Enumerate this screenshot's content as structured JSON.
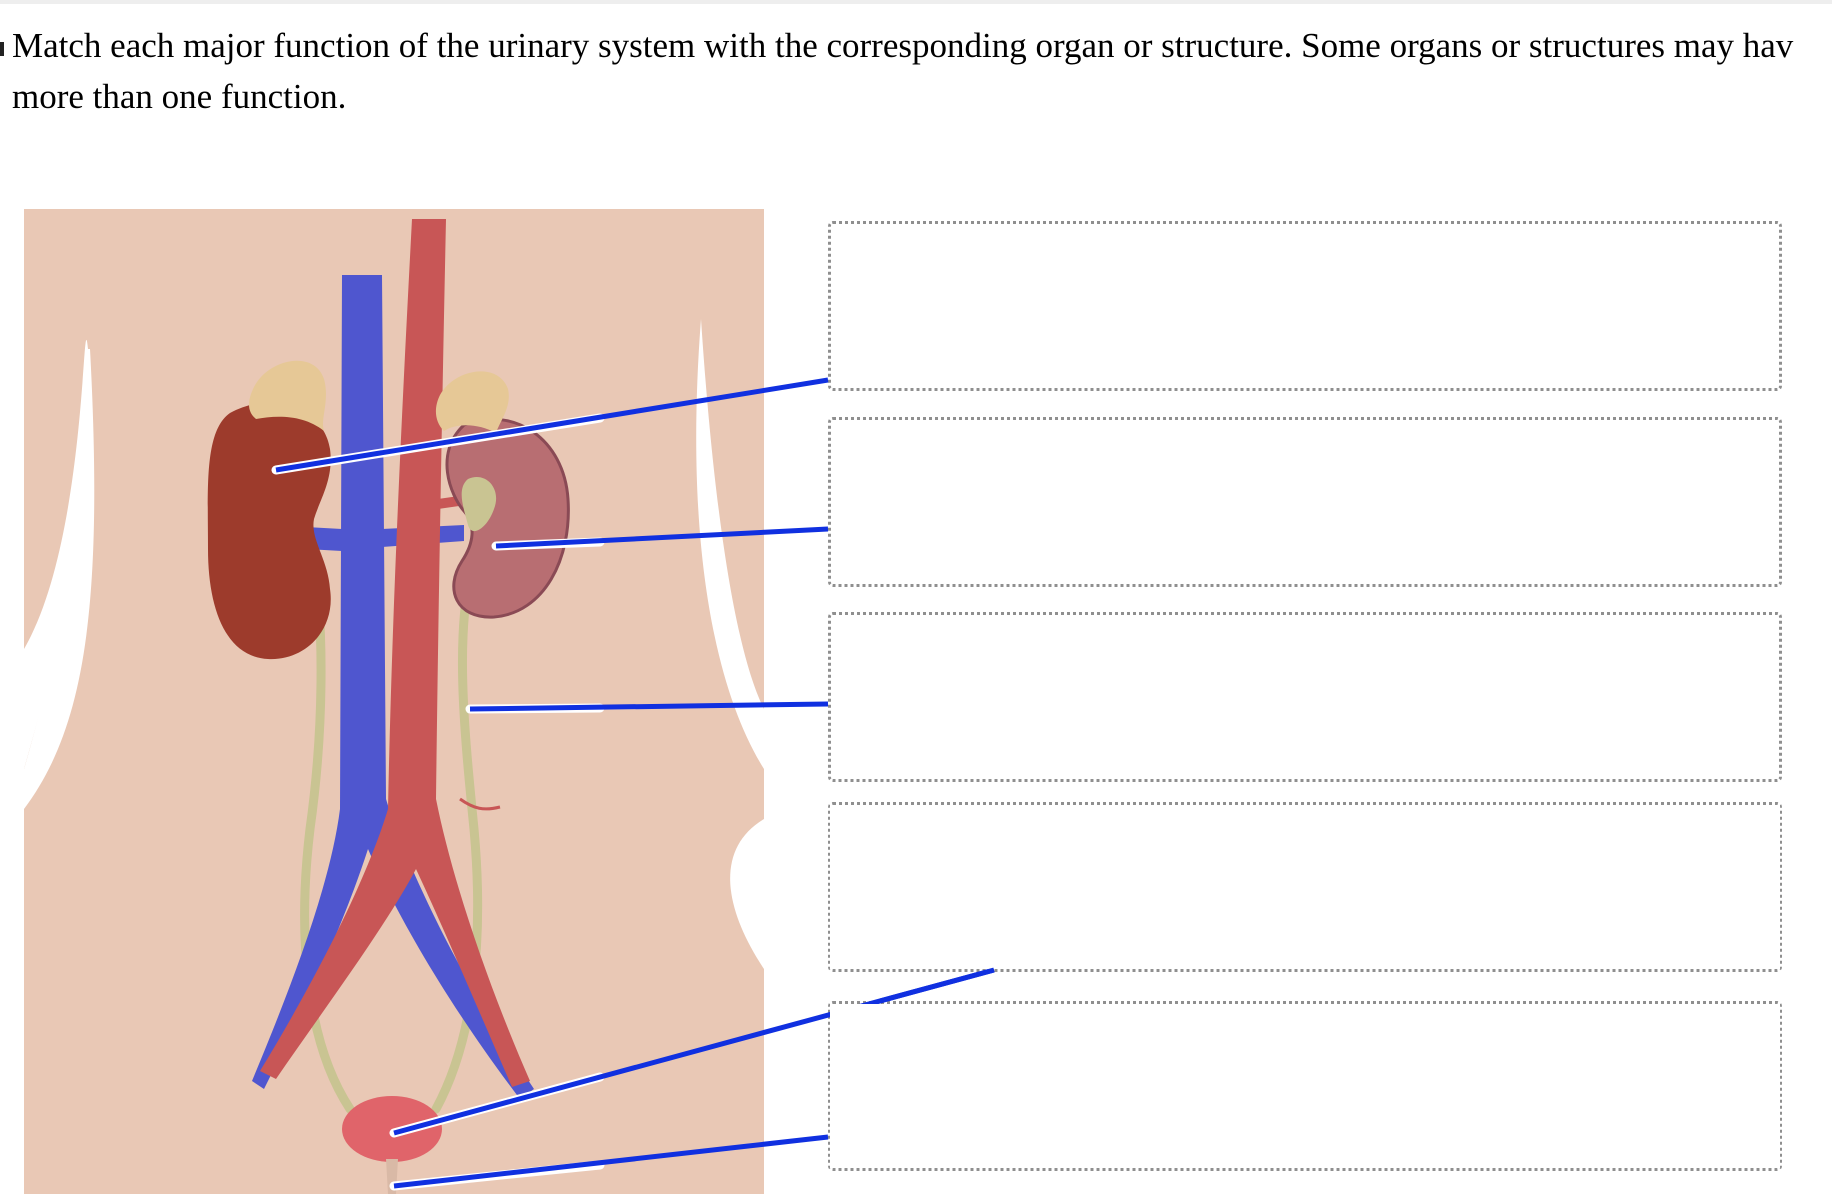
{
  "question": {
    "line1": "Match each major function of the urinary system with the corresponding organ or structure. Some organs or structures may hav",
    "line2": "more than one function."
  },
  "colors": {
    "skin": "#e9c8b5",
    "vein": "#4f56cf",
    "artery": "#c85656",
    "ureter": "#c9c492",
    "kidney": "#9d3b2c",
    "adrenal": "#e6c896",
    "bladder": "#e0646a",
    "leader_line": "#1030e0",
    "drop_border": "#8f8f8f"
  },
  "drop_zones": [
    {
      "id": "zone-1",
      "value": ""
    },
    {
      "id": "zone-2",
      "value": ""
    },
    {
      "id": "zone-3",
      "value": ""
    },
    {
      "id": "zone-4",
      "value": ""
    },
    {
      "id": "zone-5",
      "value": ""
    }
  ]
}
